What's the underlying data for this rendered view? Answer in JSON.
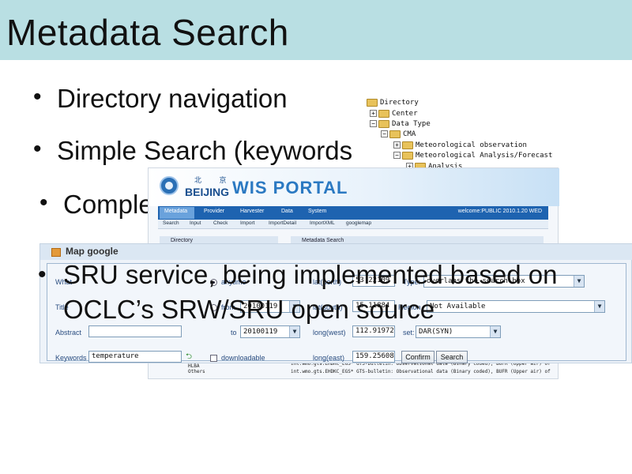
{
  "slide": {
    "title": "Metadata Search",
    "bullets": [
      "Directory navigation",
      "Simple Search (keywords",
      "Comple",
      "SRU service, being implemented based on OCLC’s SRW/SRU open source"
    ],
    "bullet_glyph": "•",
    "right_paren": ")",
    "right_paren_small": ")"
  },
  "tree": {
    "nodes": [
      {
        "label": "Directory",
        "expander": ""
      },
      {
        "label": "Center",
        "expander": "+"
      },
      {
        "label": "Data Type",
        "expander": "−"
      },
      {
        "label": "CMA",
        "expander": "−"
      },
      {
        "label": "Meteorological observation",
        "expander": "+"
      },
      {
        "label": "Meteorological Analysis/Forecast",
        "expander": "−"
      },
      {
        "label": "Analysis",
        "expander": "+"
      }
    ]
  },
  "portal": {
    "logo_cn": "北 京",
    "logo_beijing": "BEIJING",
    "logo_wis": "WIS PORTAL",
    "nav": [
      "Metadata",
      "Provider",
      "Harvester",
      "Data",
      "System"
    ],
    "welcome": "welcome:PUBLIC 2010.1.20 WED",
    "subnav": [
      "Search",
      "Input",
      "Check",
      "Import",
      "ImportDetail",
      "ImportXML",
      "googlemap"
    ],
    "left_panel": "Directory",
    "right_panel": "Metadata Search",
    "bottom_tree": [
      "HLBA",
      "Others"
    ],
    "bottom_rows": [
      "int.wmo.gts.EHDKC_EGS*     GTS-bulletin: Observational data (Binary coded), BUFR (Upper air) of",
      "int.wmo.gts.EHDKC_EGS*     GTS-bulletin: Observational data (Binary coded), BUFR (Upper air) of"
    ]
  },
  "form": {
    "title": "Map google",
    "labels": {
      "what": "What",
      "title": "Title",
      "abstract": "Abstract",
      "keywords": "Keywords",
      "anytime": "anytime",
      "from": "from",
      "to": "to",
      "downloadable": "downloadable",
      "north": "lat(north)",
      "south": "lat(south)",
      "west": "long(west)",
      "east": "long(east)",
      "type": "Type:",
      "region": "Region",
      "set": "set:"
    },
    "values": {
      "keywords": "temperature",
      "from": "20100119",
      "to": "20100119",
      "north": "53.22109",
      "south": "15.11884",
      "west": "112.91972",
      "east": "159.25608",
      "type": "overlaps the search box",
      "region": "Not Available",
      "set": "DAR(SYN)"
    },
    "buttons": {
      "confirm": "Confirm",
      "search": "Search"
    }
  },
  "colors": {
    "title_bar": "#b9dfe3",
    "portal_nav": "#1e63b0",
    "form_label": "#2a4d80"
  }
}
